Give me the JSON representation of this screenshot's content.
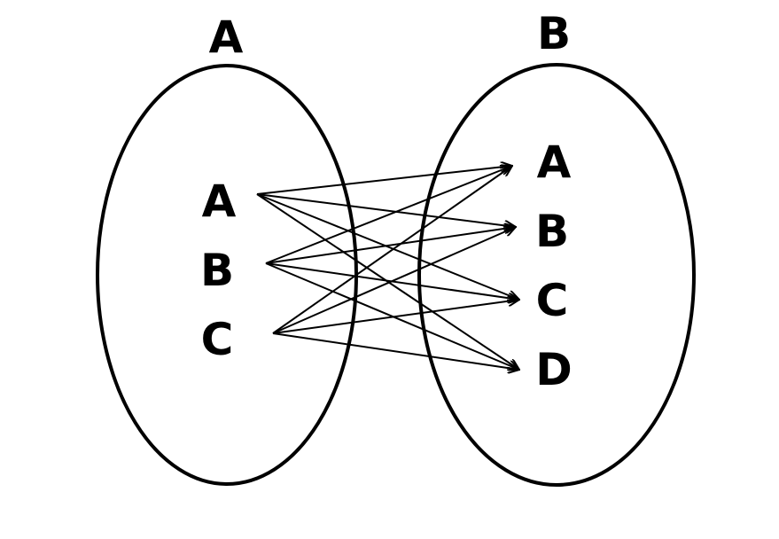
{
  "colors": {
    "background": "#ffffff",
    "stroke": "#000000"
  },
  "set_a": {
    "title": "A",
    "elements": [
      "A",
      "B",
      "C"
    ]
  },
  "set_b": {
    "title": "B",
    "elements": [
      "A",
      "B",
      "C",
      "D"
    ]
  },
  "mappings": [
    {
      "from": "A",
      "to": "A"
    },
    {
      "from": "A",
      "to": "B"
    },
    {
      "from": "A",
      "to": "C"
    },
    {
      "from": "A",
      "to": "D"
    },
    {
      "from": "B",
      "to": "A"
    },
    {
      "from": "B",
      "to": "B"
    },
    {
      "from": "B",
      "to": "C"
    },
    {
      "from": "B",
      "to": "D"
    },
    {
      "from": "C",
      "to": "A"
    },
    {
      "from": "C",
      "to": "B"
    },
    {
      "from": "C",
      "to": "C"
    },
    {
      "from": "C",
      "to": "D"
    }
  ]
}
